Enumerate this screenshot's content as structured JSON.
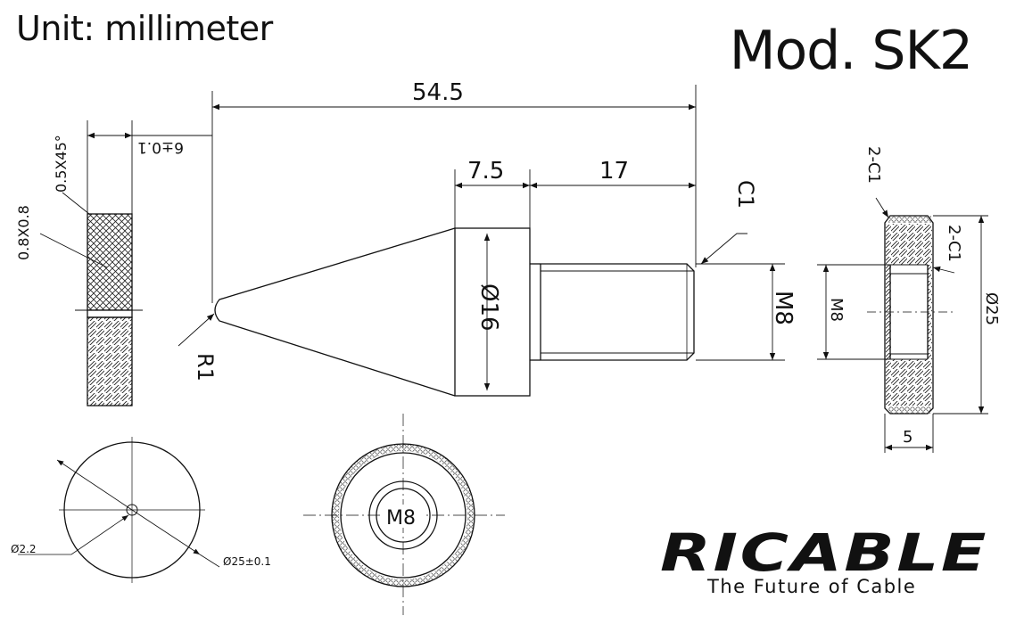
{
  "header": {
    "unit": "Unit: millimeter",
    "model": "Mod. SK2"
  },
  "dimensions": {
    "overall_length": "54.5",
    "head_length": "7.5",
    "thread_length": "17",
    "head_diameter": "Ø16",
    "thread_size": "M8",
    "tip_radius": "R1",
    "chamfer": "C1",
    "disc_thickness": "6±0.1",
    "disc_chamfer": "0.5X45°",
    "knurl": "0.8X0.8",
    "pad_chamfer_outer": "2-C1",
    "pad_chamfer_inner": "2-C1",
    "pad_thread": "M8",
    "pad_diameter": "Ø25",
    "pad_thickness": "5",
    "disc_hole": "Ø2.2",
    "disc_diameter": "Ø25±0.1",
    "nut_thread": "M8"
  },
  "brand": {
    "logo": "RICABLE",
    "tagline": "The Future of Cable"
  }
}
